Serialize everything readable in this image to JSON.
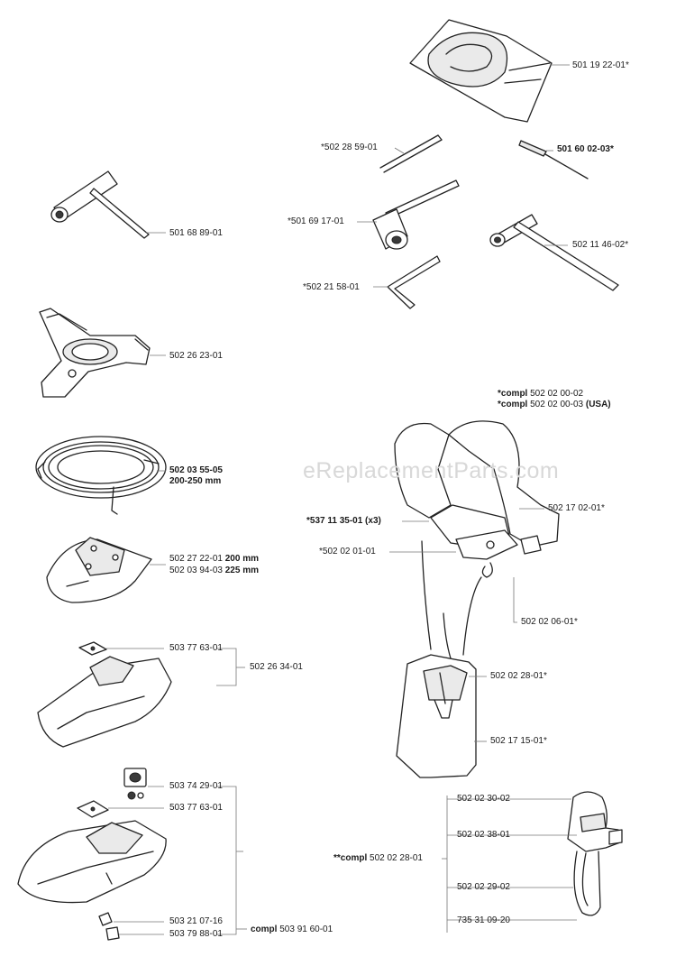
{
  "watermark": "eReplacementParts.com",
  "labels": {
    "bag": "501 19 22-01*",
    "rod": "*502 28 59-01",
    "file_b": "501 60 02-03*",
    "twrench_left": "501 68 89-01",
    "socket": "*501 69 17-01",
    "twrench_right": "502 11 46-02*",
    "hexkey": "*502 21 58-01",
    "plate": "502 26 23-01",
    "ring_a": "502 03 55-05",
    "ring_b": "200-250 mm",
    "guard1_a_num": "502 27 22-01",
    "guard1_a_size": "200 mm",
    "guard1_b_num": "502 03 94-03",
    "guard1_b_size": "225 mm",
    "guard2_plate": "503 77 63-01",
    "guard2_group": "502 26 34-01",
    "g3_top": "503 74 29-01",
    "g3_plate": "503 77 63-01",
    "g3_screw_a": "503 21 07-16",
    "g3_screw_b": "503 79 88-01",
    "g3_compl_pre": "compl",
    "g3_compl_num": "503 91 60-01",
    "harness_t1_pre": "*compl",
    "harness_t1_num": "502 02 00-02",
    "harness_t2_pre": "*compl",
    "harness_t2_num": "502 02 00-03",
    "harness_t2_suffix": "(USA)",
    "strap": "502 17 02-01*",
    "buckle": "*537 11 35-01 (x3)",
    "chest": "*502 02 01-01",
    "hook": "502 02 06-01*",
    "pad": "502 02 28-01*",
    "hip": "502 17 15-01*",
    "sh_compl_pre": "**compl",
    "sh_compl_num": "502 02 28-01",
    "sh_a": "502 02 30-02",
    "sh_b": "502 02 38-01",
    "sh_c": "502 02 29-02",
    "sh_d": "735 31 09-20"
  }
}
